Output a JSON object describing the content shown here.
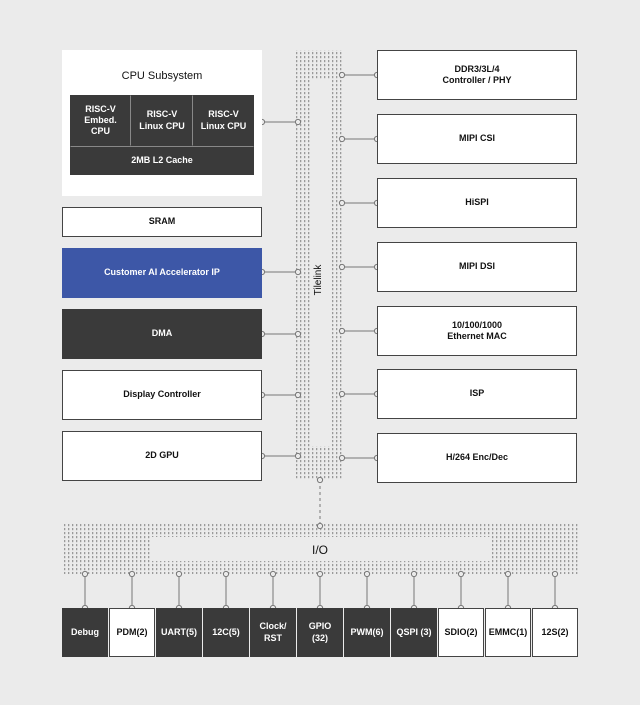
{
  "cpu_subsystem": {
    "title": "CPU Subsystem",
    "cores": [
      "RISC-V\nEmbed.\nCPU",
      "RISC-V\nLinux CPU",
      "RISC-V\nLinux CPU"
    ],
    "l2_cache": "2MB L2 Cache"
  },
  "left_blocks": [
    "SRAM",
    "Customer AI Accelerator IP",
    "DMA",
    "Display Controller",
    "2D GPU"
  ],
  "right_blocks": [
    "DDR3/3L/4\nController / PHY",
    "MIPI CSI",
    "HiSPI",
    "MIPI DSI",
    "10/100/1000\nEthernet MAC",
    "ISP",
    "H/264 Enc/Dec"
  ],
  "tilelink_label": "Tilelink",
  "io_label": "I/O",
  "peripherals": [
    "Debug",
    "PDM(2)",
    "UART(5)",
    "12C(5)",
    "Clock/\nRST",
    "GPIO\n(32)",
    "PWM(6)",
    "QSPI (3)",
    "SDIO(2)",
    "EMMC(1)",
    "12S(2)"
  ],
  "colors": {
    "background": "#ebebeb",
    "dark_block": "#3a3a3a",
    "accent_block": "#3d57a7",
    "white_block": "#ffffff"
  }
}
